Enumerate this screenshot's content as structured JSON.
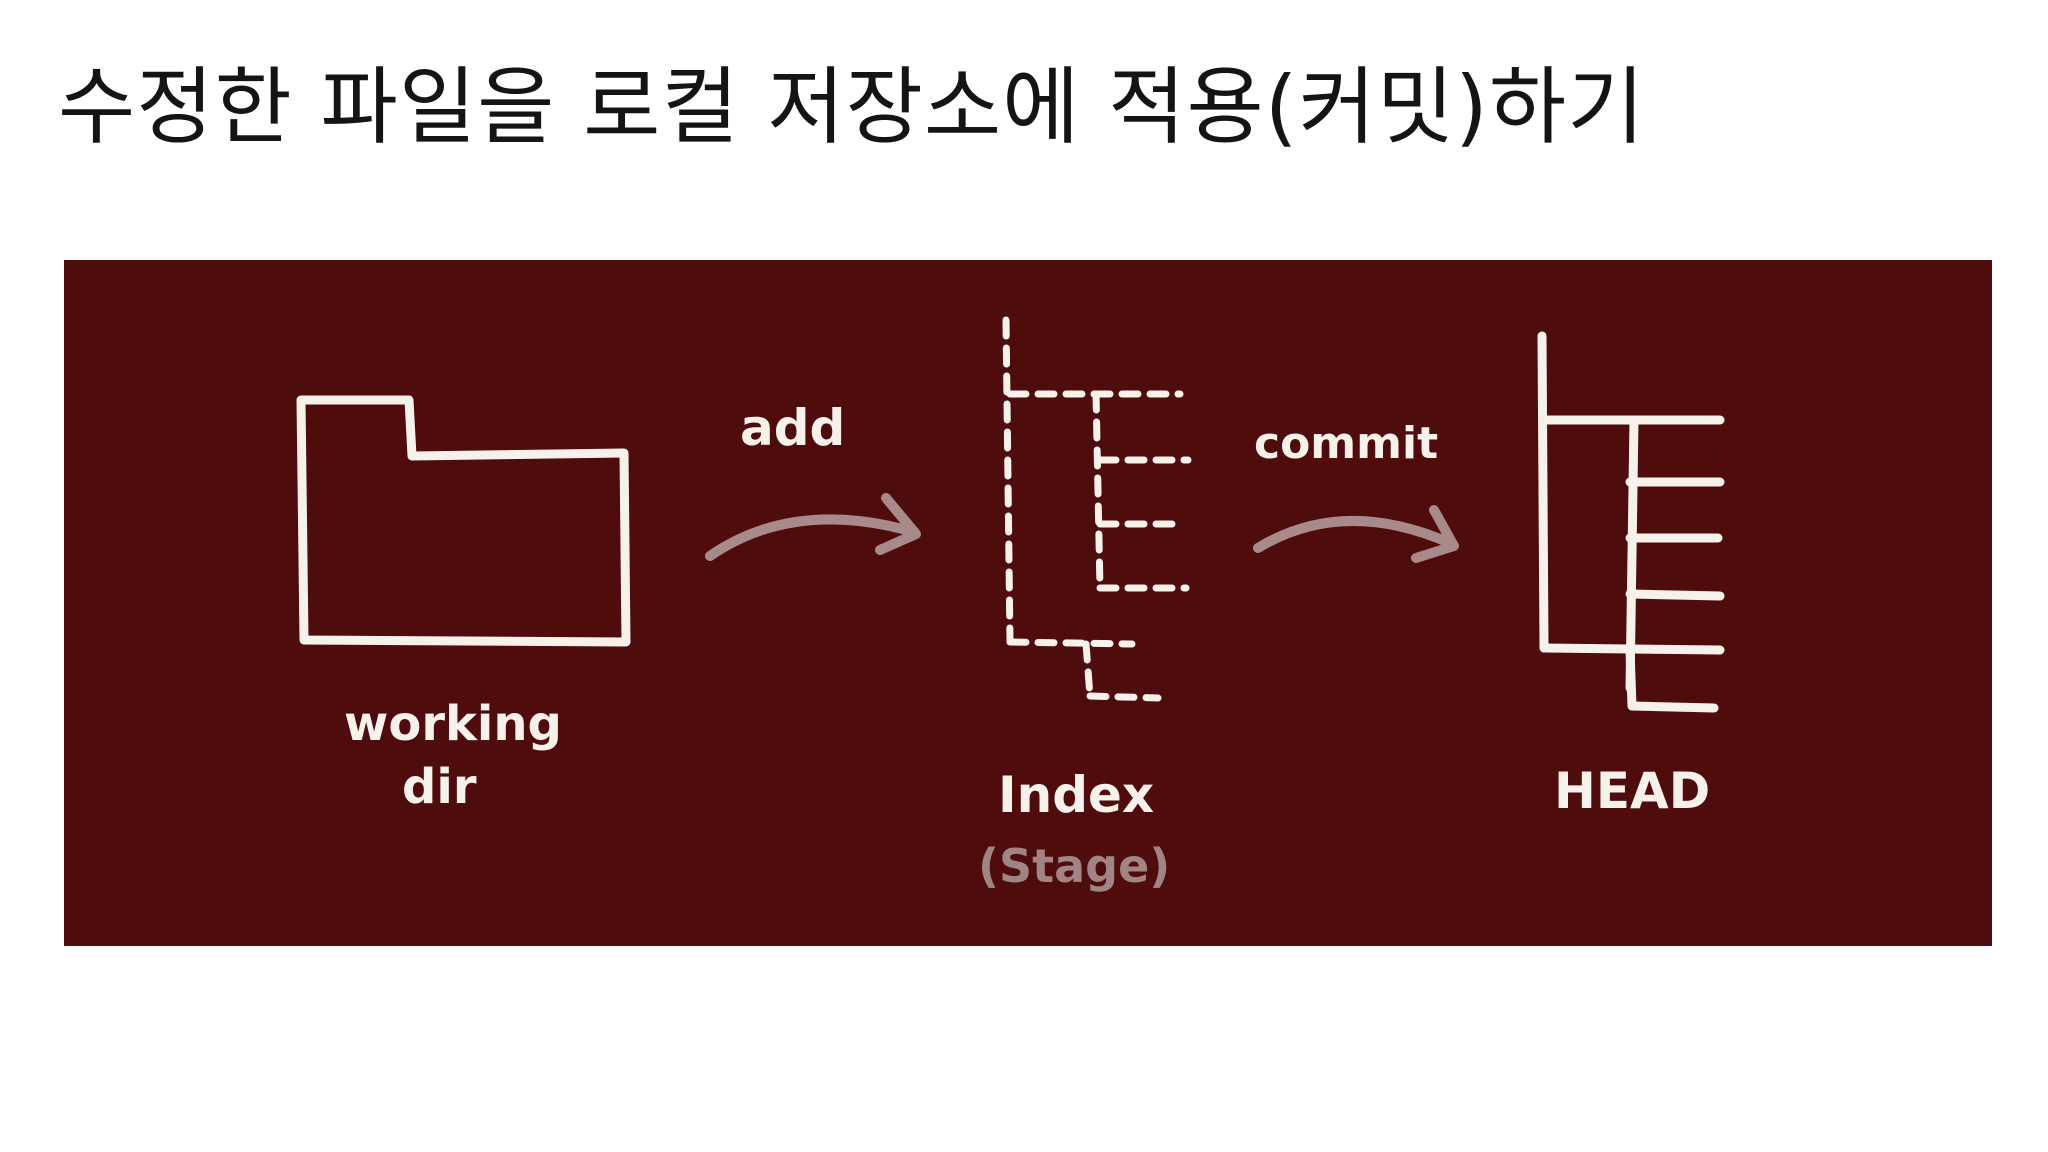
{
  "title": "수정한 파일을 로컬 저장소에 적용(커밋)하기",
  "diagram": {
    "colors": {
      "background": "#4f0c0c",
      "stroke": "#f7f1ec",
      "arrow": "#a88a8a",
      "muted_text": "#a18585"
    },
    "nodes": [
      {
        "id": "working-dir",
        "line1": "working",
        "line2": "dir",
        "icon": "folder-icon"
      },
      {
        "id": "index",
        "line1": "Index",
        "line2": "(Stage)",
        "icon": "dashed-tree-icon"
      },
      {
        "id": "head",
        "line1": "HEAD",
        "icon": "solid-tree-icon"
      }
    ],
    "edges": [
      {
        "from": "working-dir",
        "to": "index",
        "label": "add",
        "icon": "curved-arrow-icon"
      },
      {
        "from": "index",
        "to": "head",
        "label": "commit",
        "icon": "curved-arrow-icon"
      }
    ]
  }
}
